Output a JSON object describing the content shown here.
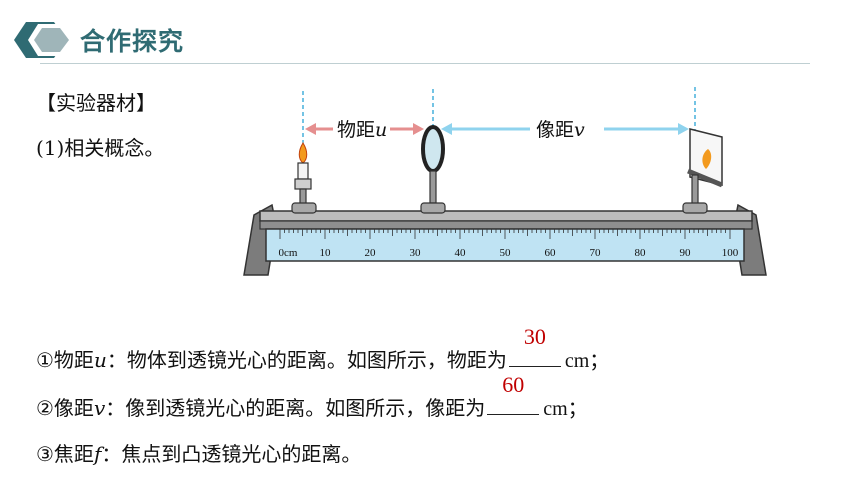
{
  "header": {
    "title": "合作探究",
    "accent_color": "#2f6b73"
  },
  "section": {
    "heading": "【实验器材】",
    "sub_num": "(1)",
    "sub_text": "相关概念。"
  },
  "diagram": {
    "label_u": "物距",
    "label_u_var": "u",
    "label_v": "像距",
    "label_v_var": "v",
    "ruler_ticks": [
      "0cm",
      "10",
      "20",
      "30",
      "40",
      "50",
      "60",
      "70",
      "80",
      "90",
      "100"
    ]
  },
  "lines": [
    {
      "prefix": "①物距",
      "var": "u",
      "text": "：物体到透镜光心的距离。如图所示，物距为",
      "answer": "30",
      "unit": "cm；"
    },
    {
      "prefix": "②像距",
      "var": "v",
      "text": "：像到透镜光心的距离。如图所示，像距为",
      "answer": "60",
      "unit": "cm；"
    },
    {
      "prefix": "③焦距",
      "var": "f",
      "text": "：焦点到凸透镜光心的距离。"
    }
  ]
}
